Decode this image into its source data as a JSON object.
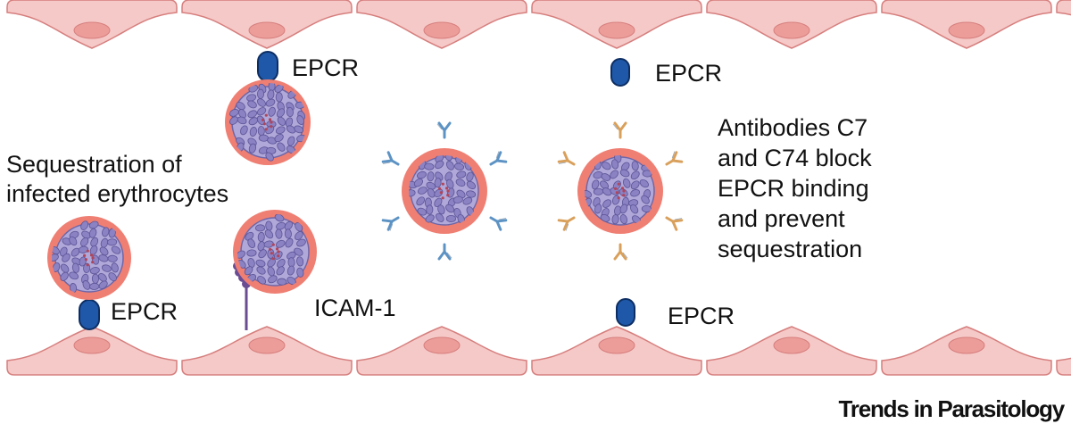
{
  "labels": {
    "epcr_top_left": "EPCR",
    "epcr_top_right": "EPCR",
    "epcr_bottom_left": "EPCR",
    "epcr_bottom_right": "EPCR",
    "icam": "ICAM-1",
    "sequestration_line1": "Sequestration of",
    "sequestration_line2": "infected erythrocytes",
    "antibodies_lines": [
      "Antibodies C7",
      "and C74 block",
      "EPCR binding",
      "and prevent",
      "sequestration"
    ]
  },
  "journal": "Trends in Parasitology",
  "colors": {
    "endothelial_cell": "#f5c9c7",
    "endothelial_outline": "#d67f7e",
    "nucleus": "#ec9d9a",
    "erythrocyte": "#ef7f73",
    "parasite": "#b0a8d8",
    "receptor": "#1f58a8",
    "icam": "#6a4c93",
    "antibody_c7": "#5c93c4",
    "antibody_c74": "#d9a05b"
  }
}
